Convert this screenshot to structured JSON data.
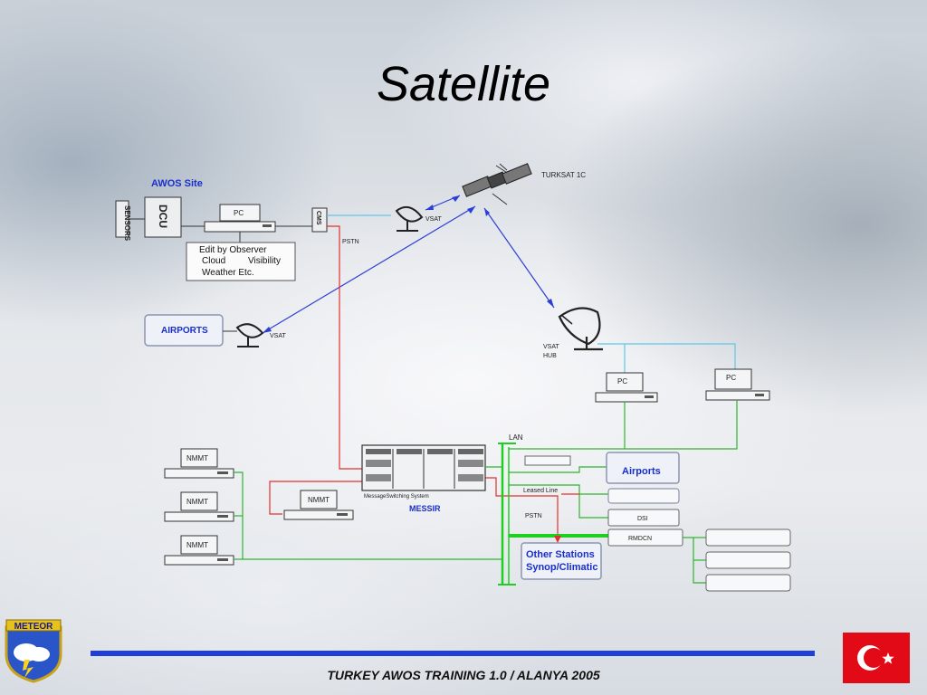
{
  "slide": {
    "title": "Satellite",
    "footer": "TURKEY AWOS TRAINING 1.0 / ALANYA 2005"
  },
  "awos": {
    "site_label": "AWOS Site",
    "sensors": "SENSORS",
    "dcu": "DCU",
    "pc": "PC",
    "cms": "CMS",
    "note_line1": "Edit by Observer",
    "note_line2a": "Cloud",
    "note_line2b": "Visibility",
    "note_line3": "Weather  Etc.",
    "pstn": "PSTN"
  },
  "satellite": {
    "name": "TURKSAT 1C",
    "vsat_awos": "VSAT",
    "vsat_airports": "VSAT",
    "hub_line1": "VSAT",
    "hub_line2": "HUB",
    "airports": "AIRPORTS",
    "pc1": "PC",
    "pc2": "PC"
  },
  "network": {
    "nmmt1": "NMMT",
    "nmmt2": "NMMT",
    "nmmt3": "NMMT",
    "nmmt4": "NMMT",
    "messir_caption": "MessageSwitching System",
    "messir": "MESSIR",
    "lan": "LAN",
    "leased_line": "Leased Line",
    "pstn": "PSTN",
    "airports": "Airports",
    "dsi": "DSI",
    "rmdcn": "RMDCN",
    "other_line1": "Other Stations",
    "other_line2": "Synop/Climatic"
  },
  "logos": {
    "meteor": "METEOR"
  },
  "colors": {
    "link_blue": "#2b3fd6",
    "link_cyan": "#5fc6e6",
    "link_red": "#e23030",
    "link_green": "#2fb52f",
    "lan_green": "#1fcf1f",
    "footer_bar": "#1f3fd8",
    "flag_red": "#e30a17"
  }
}
